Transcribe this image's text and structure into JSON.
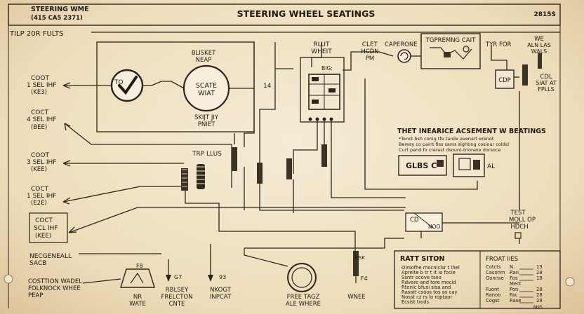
{
  "header": {
    "left_line1": "STEERING WME",
    "left_line2": "(415 CA5 2371)",
    "title": "STEERING WHEEL SEATINGS",
    "right": "2815S"
  },
  "section_title": "TILP 20R FULTS",
  "left_labels": [
    {
      "l1": "COOT",
      "l2": "1 SEL IHF",
      "l3": "(KE3)"
    },
    {
      "l1": "COCT",
      "l2": "4 SEL IHF",
      "l3": "(BEE)"
    },
    {
      "l1": "COOT",
      "l2": "3 SEL IHF",
      "l3": "(KEE)"
    },
    {
      "l1": "COCT",
      "l2": "1 SEL IHF",
      "l3": "(E2E)"
    }
  ],
  "left_box": {
    "l1": "COCT",
    "l2": "SCL IHF",
    "l3": "(KEE)"
  },
  "bottom_left": {
    "label1_l1": "NECGENEALL",
    "label1_l2": "SACB",
    "label2_l1": "COSTTION WADEL",
    "label2_l2": "FOLKNOCK WHEE",
    "label2_l3": "PEAP"
  },
  "gauge": {
    "top_l1": "BLISKET",
    "top_l2": "NEAP",
    "mid_l1": "SCATE",
    "mid_l2": "WIAT",
    "bottom_l1": "SKIJT JIY",
    "bottom_l2": "PNIET",
    "check_label": "TO"
  },
  "labels": {
    "trp_lus": "TRP LLUS",
    "rlut_l1": "RLUT",
    "rlut_l2": "WHEIT",
    "relay_top": "BIG:",
    "clet_l1": "CLET",
    "clet_l2": "HCDN",
    "clet_l3": "PM",
    "caperone": "CAPERONE",
    "tgpr": "TGPREMNG CAIT",
    "tyr": "TYR FOR",
    "we_l1": "WE",
    "we_l2": "ALN LAS",
    "we_l3": "WALS",
    "cdp": "CDP",
    "cdl_l1": "CDL",
    "cdl_l2": "SIAT AT",
    "cdl_l3": "FPLLS",
    "cd": "CD",
    "noo": "NOO",
    "test_l1": "TEST",
    "test_l2": "MOLL OP",
    "test_l3": "HDCH",
    "al": "AL",
    "tag_f": "F8",
    "tag_g7": "G7",
    "tag_93": "93",
    "tag_f4": "F4",
    "rsk": "RSK",
    "wnee": "WNEE",
    "nr_l1": "NR",
    "nr_l2": "WATE",
    "rblsey_l1": "RBLSEY",
    "rblsey_l2": "FRELCTON",
    "rblsey_l3": "CNTE",
    "nokt_l1": "NKOGT",
    "nokt_l2": "INPCAT",
    "free_l1": "FREE TAGZ",
    "free_l2": "ALE WHERE",
    "num_14": "14",
    "m95": "M95"
  },
  "info": {
    "title": "THET INEARICE ACSEMENT W BEATINGS",
    "lines": [
      "*Tenct bsh conig tfe tanile avenart erenot",
      "Beresy co paint fiss sams sighting cosiour coldsl",
      "Curt pand fo crerest dsount-trionete dorsoce"
    ],
    "box_text": "GLBS C"
  },
  "parts_list": {
    "title": "RATT SITON",
    "items": [
      "Oirsofhe mocniclsr t ihel",
      "Aprelte b tr t it io focie",
      "Ssntr ocove tsoo",
      "Rdvere and tore mocid",
      "Rtenlc bfusi sisa and",
      "Rasott csoos tos so cay",
      "Nosst cz rs lo roptaor",
      "Ecsist trods"
    ]
  },
  "right_list": {
    "title": "FROAT IIES",
    "rows": [
      {
        "name": "Cotcts",
        "val": "N.",
        "amt": "13"
      },
      {
        "name": "Casonm",
        "val": "Ran",
        "amt": "28"
      },
      {
        "name": "Gonnse",
        "val": "Fos",
        "amt": "18"
      },
      {
        "name": "",
        "val": "Mect",
        "amt": ""
      },
      {
        "name": "Fuont",
        "val": "Pon",
        "amt": "28"
      },
      {
        "name": "Ranoo",
        "val": "Fac",
        "amt": "28"
      },
      {
        "name": "Cogst",
        "val": "Rase",
        "amt": "28"
      }
    ]
  }
}
